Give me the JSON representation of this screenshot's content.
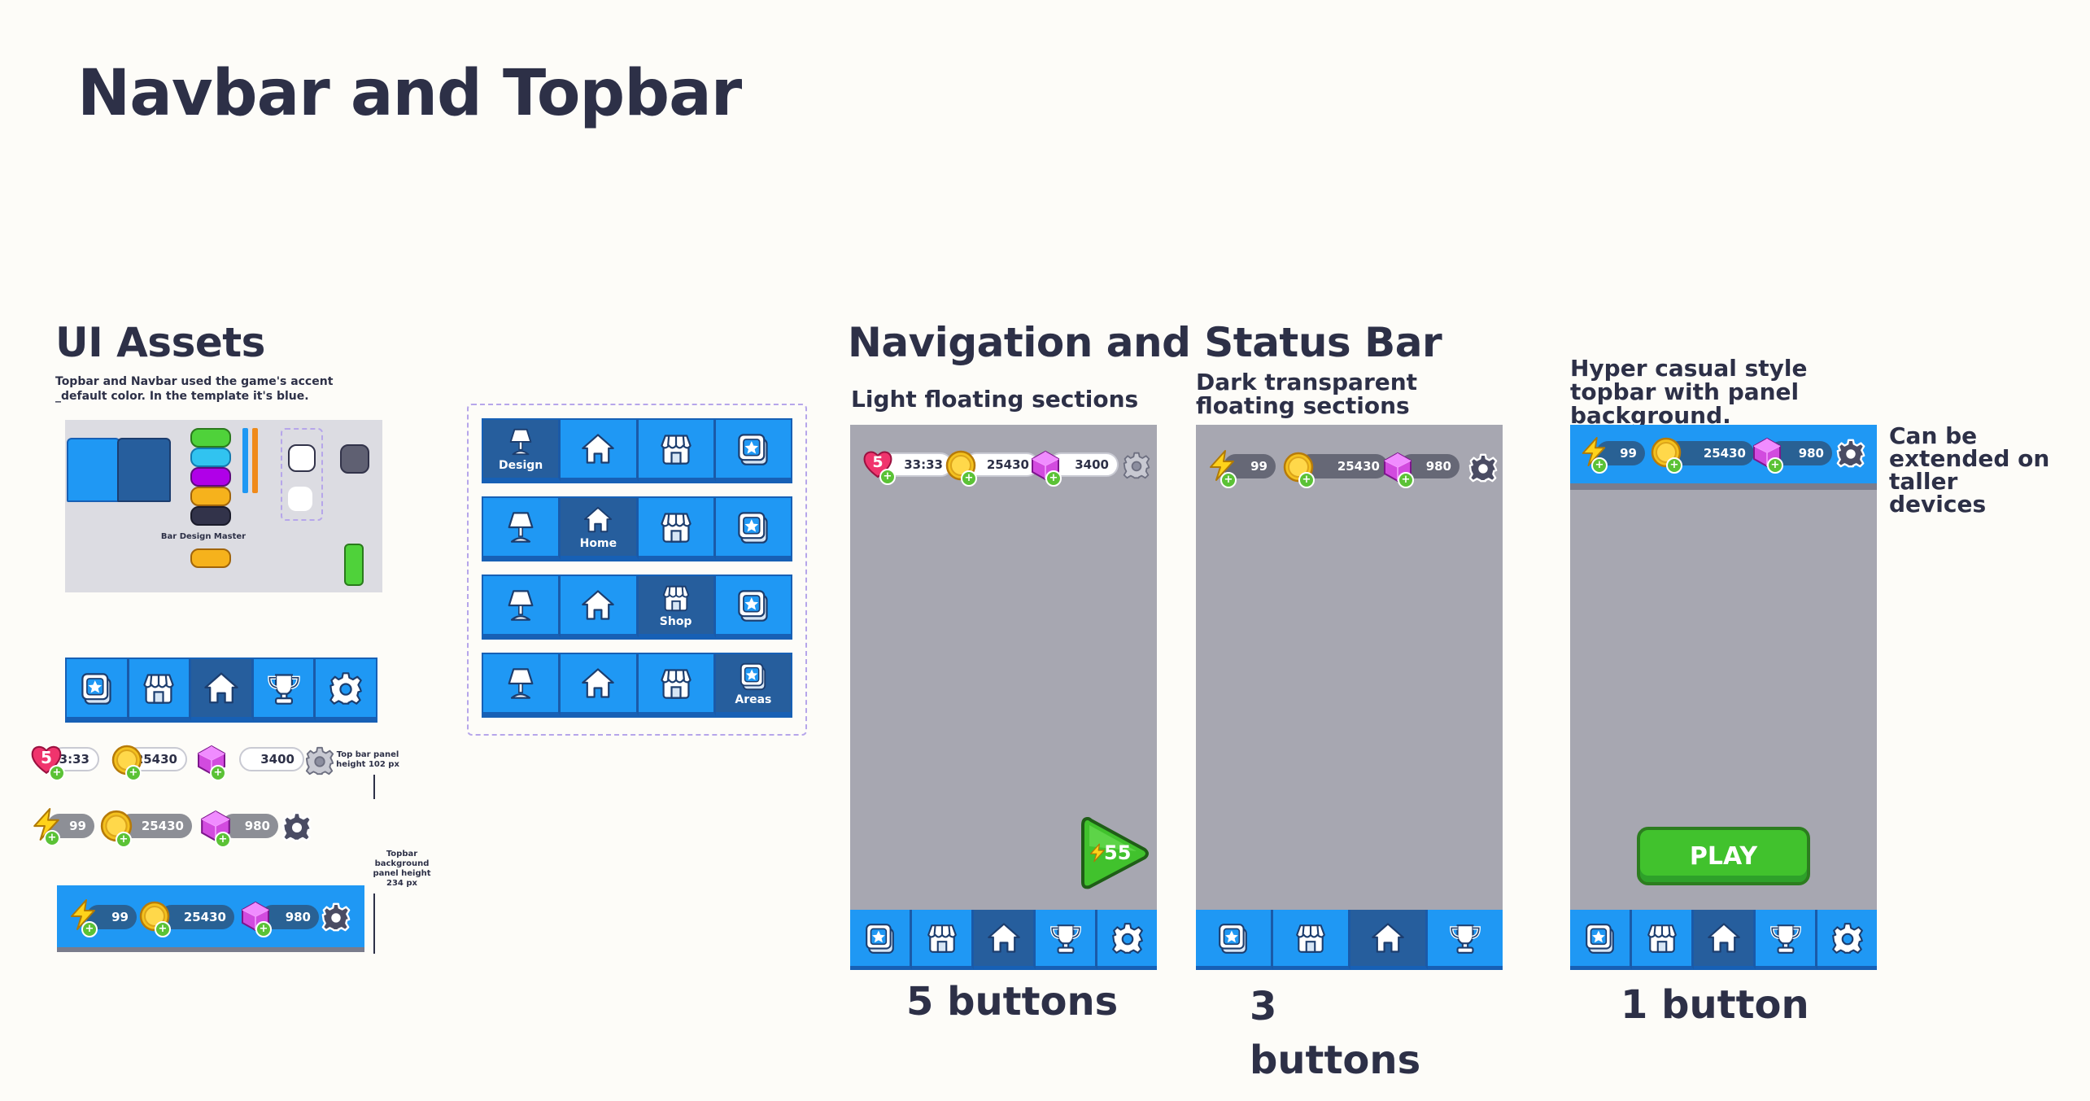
{
  "page": {
    "title": "Navbar and Topbar"
  },
  "ui_assets": {
    "title": "UI Assets",
    "note": "Topbar and Navbar used the game's accent _default color.  In the template it's blue.",
    "design_master_label": "Bar Design Master",
    "colors": {
      "accent": "#1f98f4",
      "accent_dark": "#265e9d",
      "green": "#4fd23a",
      "cyan": "#31c3f0",
      "purple": "#b000e8",
      "orange": "#f6b21c",
      "dark": "#32334a"
    },
    "topbar_panel_note": "Top bar panel height 102 px",
    "topbar_bg_note": "Topbar background panel height 234 px",
    "light_bar": {
      "hearts": "5",
      "timer": "33:33",
      "coins": "25430",
      "gems": "3400"
    },
    "dark_bar": {
      "energy": "99",
      "coins": "25430",
      "gems": "980"
    },
    "panel_bar": {
      "energy": "99",
      "coins": "25430",
      "gems": "980"
    }
  },
  "tabs_demo": {
    "labels": {
      "design": "Design",
      "home": "Home",
      "shop": "Shop",
      "areas": "Areas"
    }
  },
  "nav_status": {
    "title": "Navigation and Status Bar",
    "light": {
      "title": "Light floating sections",
      "hearts": "5",
      "timer": "33:33",
      "coins": "25430",
      "gems": "3400",
      "energy_badge": "55",
      "count_label": "5 buttons"
    },
    "dark": {
      "title": "Dark transparent floating sections",
      "energy": "99",
      "coins": "25430",
      "gems": "980",
      "count_label": "3 buttons"
    },
    "hyper": {
      "title": "Hyper casual style topbar with panel background.",
      "side_note": "Can be extended on taller devices",
      "energy": "99",
      "coins": "25430",
      "gems": "980",
      "play_label": "PLAY",
      "count_label": "1 button"
    }
  },
  "icons": [
    "home-icon",
    "shop-icon",
    "areas-icon",
    "trophy-icon",
    "gear-icon",
    "lamp-icon",
    "heart-icon",
    "coin-icon",
    "gem-icon",
    "lightning-icon",
    "plus-icon"
  ]
}
